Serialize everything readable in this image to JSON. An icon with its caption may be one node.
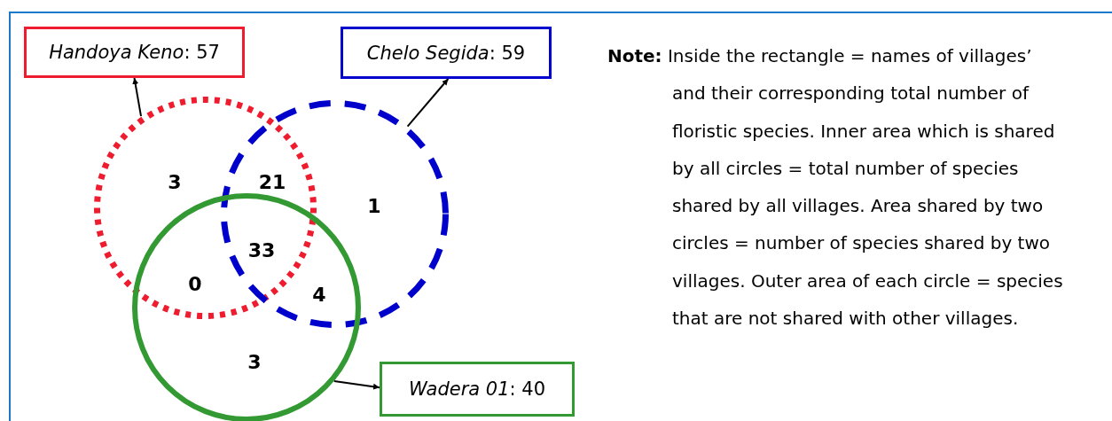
{
  "diagram": {
    "nodes": [
      {
        "text": [
          "*Handoya Keno*: 57"
        ]
      },
      {
        "text": [
          "*Chelo Segida*: 59"
        ]
      },
      {
        "text": [
          "*Wadera 01*: 40"
        ]
      },
      {
        "text": [],
        "shape": "circle"
      },
      {
        "text": [],
        "shape": "circle"
      },
      {
        "text": [],
        "shape": "circle"
      }
    ],
    "edges": [
      {
        "from": 3,
        "to": 0,
        "arrow": "to"
      },
      {
        "from": 4,
        "to": 1,
        "arrow": "to"
      },
      {
        "from": 5,
        "to": 2,
        "arrow": "to"
      }
    ],
    "labels": [
      "3",
      "21",
      "1",
      "33",
      "0",
      "4",
      "3",
      "**Note:** Inside the rectangle = names of villages’ and their corresponding total number of floristic species. Inner area which is shared by all circles = total number of species shared by all villages. Area shared by two circles = number of species shared by two villages. Outer area of each circle = species that are not shared with other villages."
    ]
  }
}
